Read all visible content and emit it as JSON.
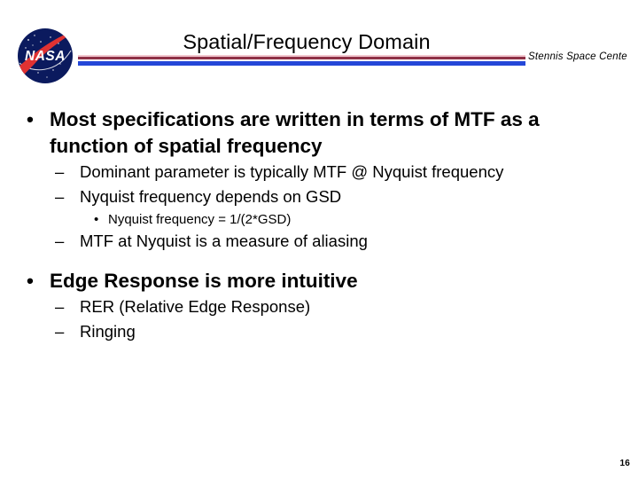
{
  "header": {
    "title": "Spatial/Frequency Domain",
    "center_name": "Stennis Space Cente",
    "logo_alt": "nasa-meatball-logo",
    "rule_colors": {
      "pink": "#f2c7cf",
      "maroon": "#8e3046",
      "blue": "#2447d8"
    }
  },
  "bullets": {
    "marker_level1": "•",
    "marker_level2": "–",
    "marker_level3": "•",
    "block1": {
      "level1": "Most specifications are written in terms of MTF as a function of spatial frequency",
      "level2_a": "Dominant parameter is typically MTF @ Nyquist frequency",
      "level2_b": "Nyquist frequency depends on GSD",
      "level3_a": "Nyquist frequency = 1/(2*GSD)",
      "level2_c": "MTF at Nyquist is a measure of aliasing"
    },
    "block2": {
      "level1": "Edge Response is more intuitive",
      "level2_a": "RER (Relative Edge Response)",
      "level2_b": "Ringing"
    }
  },
  "footer": {
    "page_number": "16"
  }
}
